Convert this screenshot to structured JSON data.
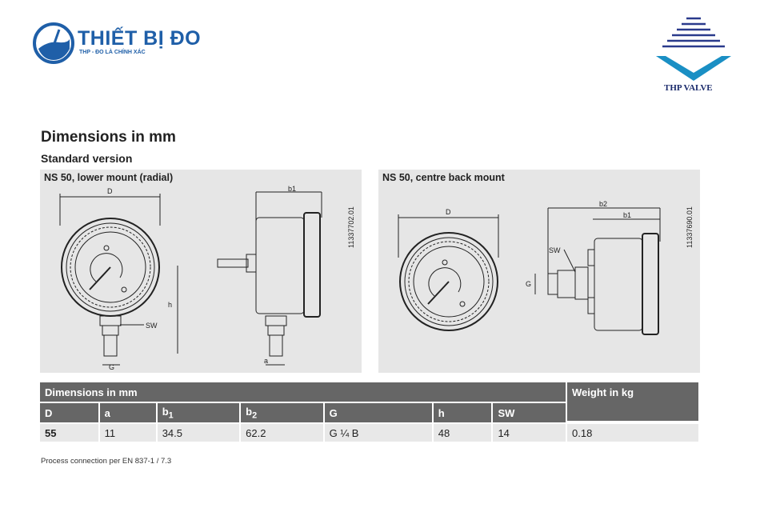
{
  "header": {
    "logo_title": "THIẾT BỊ ĐO",
    "logo_tagline": "THP - ĐO LÀ CHÍNH XÁC",
    "brand2": "THP VALVE"
  },
  "title": "Dimensions in mm",
  "subtitle": "Standard version",
  "panels": [
    {
      "title": "NS 50, lower mount (radial)",
      "labels": {
        "D": "D",
        "b1": "b1",
        "h": "h",
        "SW": "SW",
        "a": "a",
        "G": "G"
      },
      "part_no": "11337702.01"
    },
    {
      "title": "NS 50, centre back mount",
      "labels": {
        "D": "D",
        "b1": "b1",
        "b2": "b2",
        "SW": "SW",
        "G": "G"
      },
      "part_no": "11337690.01"
    }
  ],
  "table": {
    "group_header": "Dimensions in mm",
    "weight_header": "Weight in kg",
    "columns": [
      {
        "t": "D"
      },
      {
        "t": "a"
      },
      {
        "t": "b",
        "sub": "1"
      },
      {
        "t": "b",
        "sub": "2"
      },
      {
        "t": "G"
      },
      {
        "t": "h"
      },
      {
        "t": "SW"
      }
    ],
    "row": [
      "55",
      "11",
      "34.5",
      "62.2",
      "G ¼ B",
      "48",
      "14",
      "0.18"
    ]
  },
  "note": "Process connection per EN 837-1 / 7.3",
  "colors": {
    "brand_blue": "#1f5fa8",
    "header_gray": "#666666",
    "panel_gray": "#e6e6e6"
  }
}
